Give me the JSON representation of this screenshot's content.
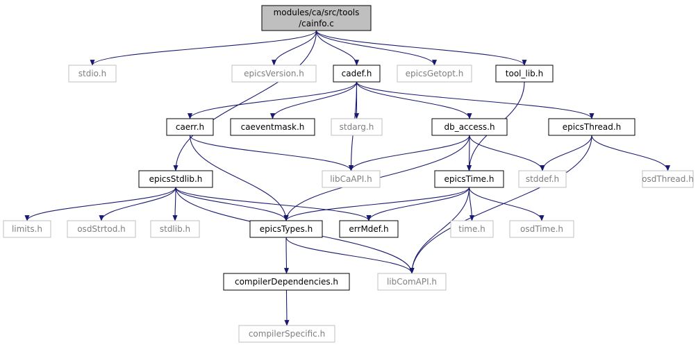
{
  "colors": {
    "edge": "#191970",
    "root_fill": "#bfbfbf",
    "node_border": "#000000",
    "external_border": "#bfbfbf",
    "text": "#000000",
    "external_text": "#7f7f7f"
  },
  "nodes": [
    {
      "id": "cainfo",
      "label_lines": [
        "modules/ca/src/tools",
        "/cainfo.c"
      ],
      "style": "root"
    },
    {
      "id": "stdio",
      "label_lines": [
        "stdio.h"
      ],
      "style": "external"
    },
    {
      "id": "epicsVersion",
      "label_lines": [
        "epicsVersion.h"
      ],
      "style": "external"
    },
    {
      "id": "cadef",
      "label_lines": [
        "cadef.h"
      ],
      "style": "normal"
    },
    {
      "id": "epicsGetopt",
      "label_lines": [
        "epicsGetopt.h"
      ],
      "style": "external"
    },
    {
      "id": "tool_lib",
      "label_lines": [
        "tool_lib.h"
      ],
      "style": "normal"
    },
    {
      "id": "caerr",
      "label_lines": [
        "caerr.h"
      ],
      "style": "normal"
    },
    {
      "id": "caeventmask",
      "label_lines": [
        "caeventmask.h"
      ],
      "style": "normal"
    },
    {
      "id": "stdarg",
      "label_lines": [
        "stdarg.h"
      ],
      "style": "external"
    },
    {
      "id": "db_access",
      "label_lines": [
        "db_access.h"
      ],
      "style": "normal"
    },
    {
      "id": "epicsThread",
      "label_lines": [
        "epicsThread.h"
      ],
      "style": "normal"
    },
    {
      "id": "epicsStdlib",
      "label_lines": [
        "epicsStdlib.h"
      ],
      "style": "normal"
    },
    {
      "id": "libCaAPI",
      "label_lines": [
        "libCaAPI.h"
      ],
      "style": "external"
    },
    {
      "id": "epicsTime",
      "label_lines": [
        "epicsTime.h"
      ],
      "style": "normal"
    },
    {
      "id": "stddef",
      "label_lines": [
        "stddef.h"
      ],
      "style": "external"
    },
    {
      "id": "osdThread",
      "label_lines": [
        "osdThread.h"
      ],
      "style": "external"
    },
    {
      "id": "limits",
      "label_lines": [
        "limits.h"
      ],
      "style": "external"
    },
    {
      "id": "osdStrtod",
      "label_lines": [
        "osdStrtod.h"
      ],
      "style": "external"
    },
    {
      "id": "stdlib",
      "label_lines": [
        "stdlib.h"
      ],
      "style": "external"
    },
    {
      "id": "epicsTypes",
      "label_lines": [
        "epicsTypes.h"
      ],
      "style": "normal"
    },
    {
      "id": "errMdef",
      "label_lines": [
        "errMdef.h"
      ],
      "style": "normal"
    },
    {
      "id": "time",
      "label_lines": [
        "time.h"
      ],
      "style": "external"
    },
    {
      "id": "osdTime",
      "label_lines": [
        "osdTime.h"
      ],
      "style": "external"
    },
    {
      "id": "compilerDependencies",
      "label_lines": [
        "compilerDependencies.h"
      ],
      "style": "normal"
    },
    {
      "id": "libComAPI",
      "label_lines": [
        "libComAPI.h"
      ],
      "style": "external"
    },
    {
      "id": "compilerSpecific",
      "label_lines": [
        "compilerSpecific.h"
      ],
      "style": "external"
    }
  ],
  "edges": [
    [
      "cainfo",
      "stdio"
    ],
    [
      "cainfo",
      "epicsVersion"
    ],
    [
      "cainfo",
      "cadef"
    ],
    [
      "cainfo",
      "epicsGetopt"
    ],
    [
      "cainfo",
      "tool_lib"
    ],
    [
      "cainfo",
      "epicsStdlib"
    ],
    [
      "cadef",
      "caerr"
    ],
    [
      "cadef",
      "caeventmask"
    ],
    [
      "cadef",
      "stdarg"
    ],
    [
      "cadef",
      "db_access"
    ],
    [
      "cadef",
      "epicsThread"
    ],
    [
      "cadef",
      "libCaAPI"
    ],
    [
      "tool_lib",
      "epicsTime"
    ],
    [
      "caerr",
      "libCaAPI"
    ],
    [
      "caerr",
      "epicsTypes"
    ],
    [
      "db_access",
      "libCaAPI"
    ],
    [
      "db_access",
      "epicsTime"
    ],
    [
      "db_access",
      "stddef"
    ],
    [
      "db_access",
      "epicsTypes"
    ],
    [
      "epicsThread",
      "stddef"
    ],
    [
      "epicsThread",
      "osdThread"
    ],
    [
      "epicsThread",
      "libComAPI"
    ],
    [
      "epicsStdlib",
      "limits"
    ],
    [
      "epicsStdlib",
      "osdStrtod"
    ],
    [
      "epicsStdlib",
      "stdlib"
    ],
    [
      "epicsStdlib",
      "epicsTypes"
    ],
    [
      "epicsStdlib",
      "errMdef"
    ],
    [
      "epicsStdlib",
      "libComAPI"
    ],
    [
      "epicsTime",
      "epicsTypes"
    ],
    [
      "epicsTime",
      "errMdef"
    ],
    [
      "epicsTime",
      "time"
    ],
    [
      "epicsTime",
      "osdTime"
    ],
    [
      "epicsTime",
      "libComAPI"
    ],
    [
      "epicsTypes",
      "compilerDependencies"
    ],
    [
      "epicsTypes",
      "libComAPI"
    ],
    [
      "compilerDependencies",
      "compilerSpecific"
    ]
  ]
}
